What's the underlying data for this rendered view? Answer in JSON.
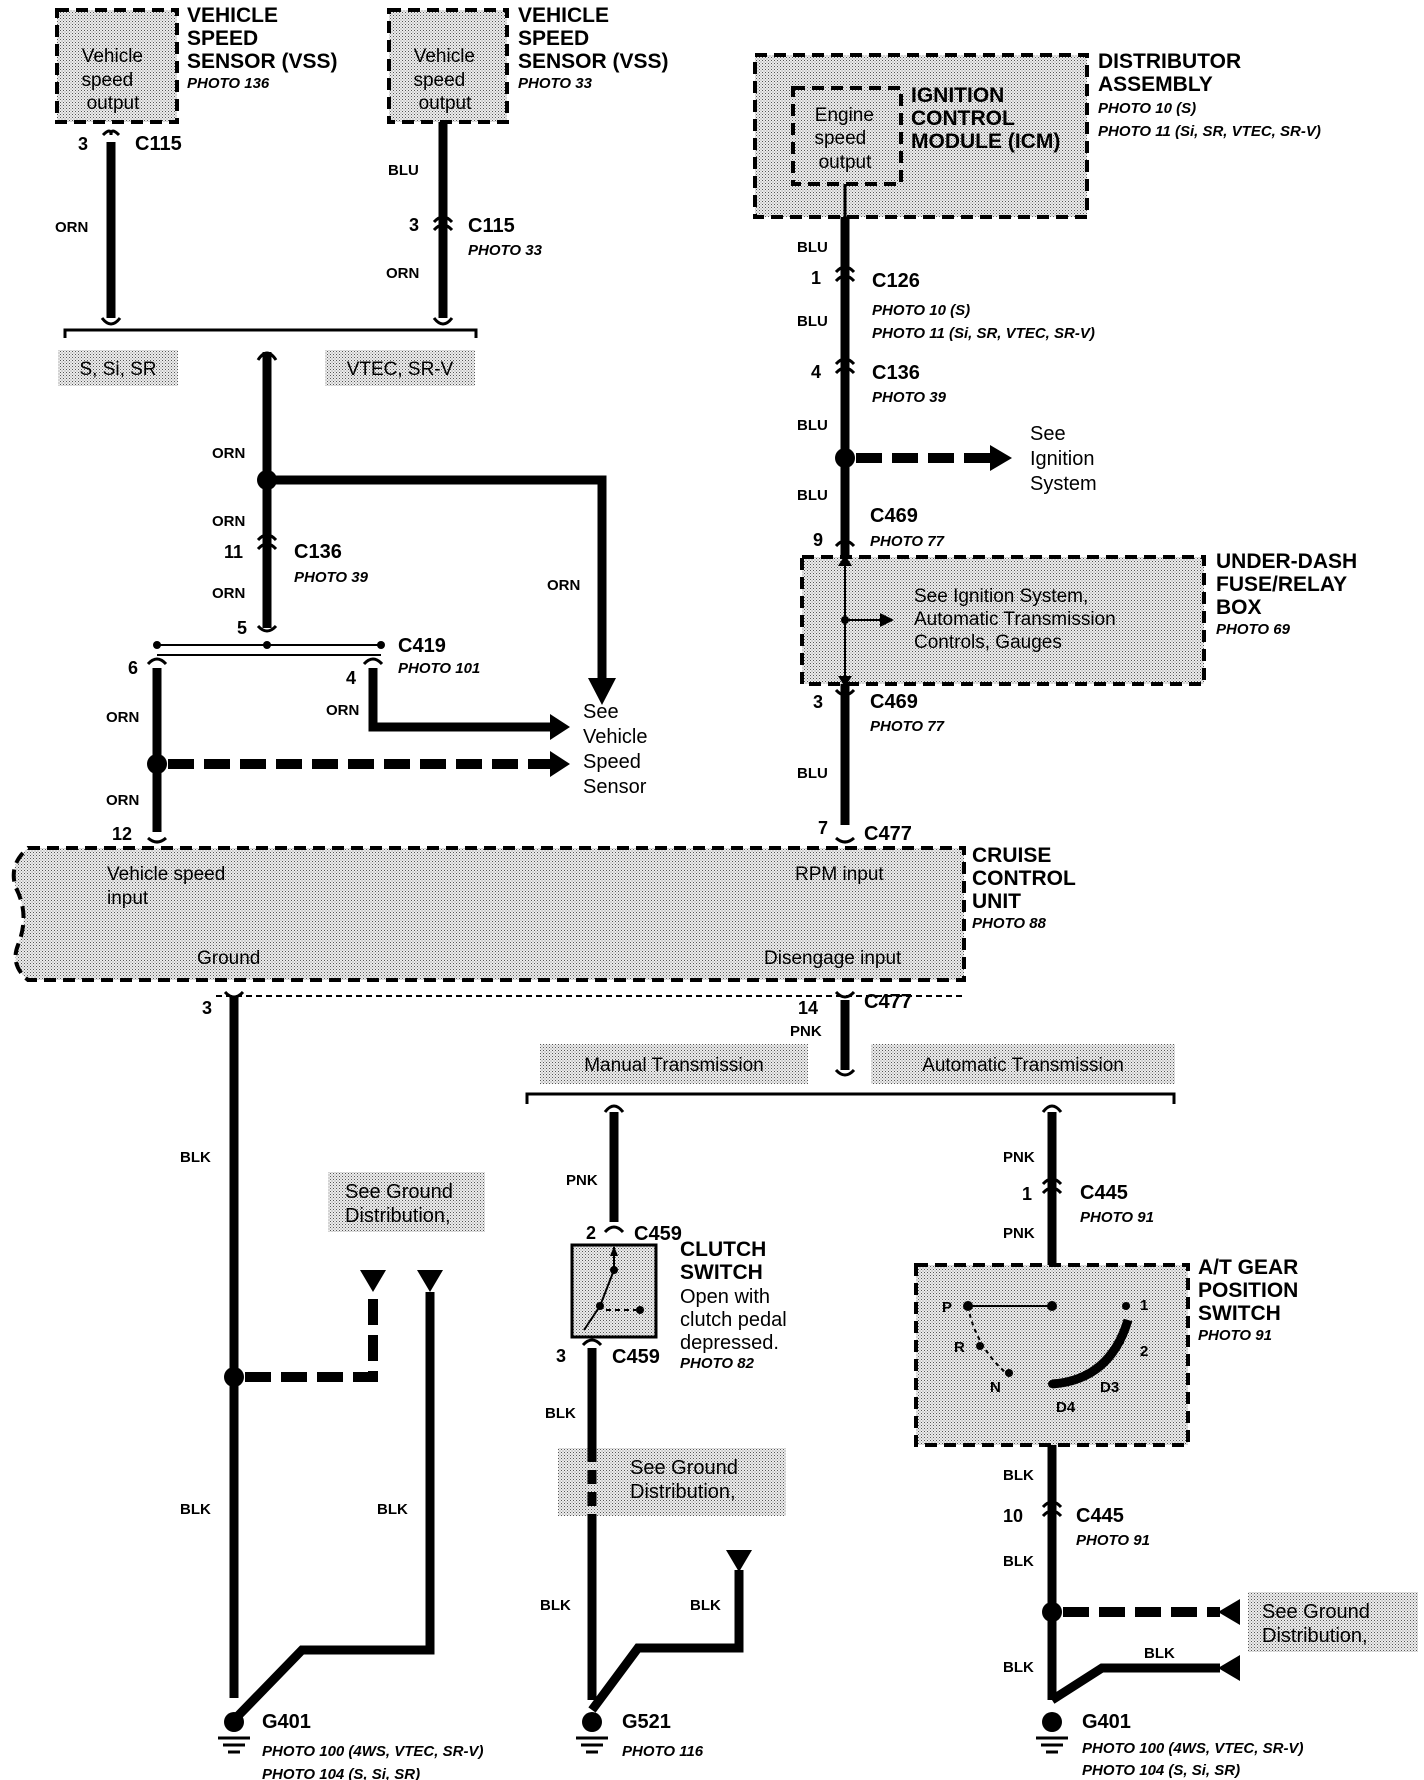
{
  "vss_left": {
    "title": [
      "VEHICLE",
      "SPEED",
      "SENSOR (VSS)"
    ],
    "photo": "PHOTO 136",
    "box_text": [
      "Vehicle",
      "speed",
      "output"
    ]
  },
  "vss_right": {
    "title": [
      "VEHICLE",
      "SPEED",
      "SENSOR (VSS)"
    ],
    "photo": "PHOTO 33",
    "box_text": [
      "Vehicle",
      "speed",
      "output"
    ]
  },
  "distributor": {
    "title": [
      "DISTRIBUTOR",
      "ASSEMBLY"
    ],
    "photos": [
      "PHOTO 10  (S)",
      "PHOTO 11  (Si, SR, VTEC, SR-V)"
    ]
  },
  "icm": {
    "title": [
      "IGNITION",
      "CONTROL",
      "MODULE (ICM)"
    ],
    "box_text": [
      "Engine",
      "speed",
      "output"
    ]
  },
  "under_dash": {
    "title": [
      "UNDER-DASH",
      "FUSE/RELAY",
      "BOX"
    ],
    "photo": "PHOTO 69",
    "box_text": [
      "See Ignition System,",
      "Automatic Transmission",
      "Controls, Gauges"
    ]
  },
  "cruise": {
    "title": [
      "CRUISE",
      "CONTROL",
      "UNIT"
    ],
    "photo": "PHOTO 88",
    "vehicle_speed_input": [
      "Vehicle  speed",
      "input"
    ],
    "rpm_input": "RPM input",
    "ground": "Ground",
    "disengage": "Disengage input"
  },
  "clutch": {
    "title": [
      "CLUTCH",
      "SWITCH"
    ],
    "desc": [
      "Open with",
      "clutch pedal",
      "depressed."
    ],
    "photo": "PHOTO 82"
  },
  "at_switch": {
    "title": [
      "A/T GEAR",
      "POSITION",
      "SWITCH"
    ],
    "photo": "PHOTO 91",
    "positions": {
      "p": "P",
      "r": "R",
      "n": "N",
      "d4": "D4",
      "d3": "D3",
      "two": "2",
      "one": "1"
    }
  },
  "tags": {
    "s_si_sr": "S, Si, SR",
    "vtec_srv": "VTEC, SR-V",
    "manual": "Manual Transmission",
    "automatic": "Automatic Transmission"
  },
  "notes": {
    "see_ignition": [
      "See",
      "Ignition",
      "System"
    ],
    "see_vss": [
      "See",
      "Vehicle",
      "Speed",
      "Sensor"
    ],
    "see_ground": [
      "See Ground",
      "Distribution,"
    ]
  },
  "connectors": {
    "c115_l": "C115",
    "c115_r": "C115",
    "c115_r_photo": "PHOTO 33",
    "c126": "C126",
    "c126_photos": [
      "PHOTO 10  (S)",
      "PHOTO 11  (Si, SR, VTEC, SR-V)"
    ],
    "c136_r": "C136",
    "c136_r_photo": "PHOTO 39",
    "c469_top": "C469",
    "c469_top_photo": "PHOTO 77",
    "c469_bot": "C469",
    "c469_bot_photo": "PHOTO 77",
    "c136_l": "C136",
    "c136_l_photo": "PHOTO 39",
    "c419": "C419",
    "c419_photo": "PHOTO 101",
    "c477_top": "C477",
    "c477_bot": "C477",
    "c459_top": "C459",
    "c459_bot": "C459",
    "c445_top": "C445",
    "c445_top_photo": "PHOTO 91",
    "c445_bot": "C445",
    "c445_bot_photo": "PHOTO 91"
  },
  "pins": {
    "p3_c115l": "3",
    "p3_c115r": "3",
    "p1_c126": "1",
    "p4_c136": "4",
    "p9_c469": "9",
    "p3_c469": "3",
    "p11_c136": "11",
    "p5_c419": "5",
    "p6_c419": "6",
    "p4_c419": "4",
    "p12": "12",
    "p7": "7",
    "p3_ground": "3",
    "p14": "14",
    "p2_c459": "2",
    "p3_c459": "3",
    "p1_c445": "1",
    "p10_c445": "10"
  },
  "wire_colors": {
    "orn": "ORN",
    "blu": "BLU",
    "blk": "BLK",
    "pnk": "PNK"
  },
  "grounds": {
    "g401_left": {
      "name": "G401",
      "photos": [
        "PHOTO 100  (4WS, VTEC, SR-V)",
        "PHOTO 104  (S, Si, SR)"
      ]
    },
    "g521": {
      "name": "G521",
      "photo": "PHOTO 116"
    },
    "g401_right": {
      "name": "G401",
      "photos": [
        "PHOTO 100  (4WS, VTEC, SR-V)",
        "PHOTO 104  (S, Si, SR)"
      ]
    }
  }
}
